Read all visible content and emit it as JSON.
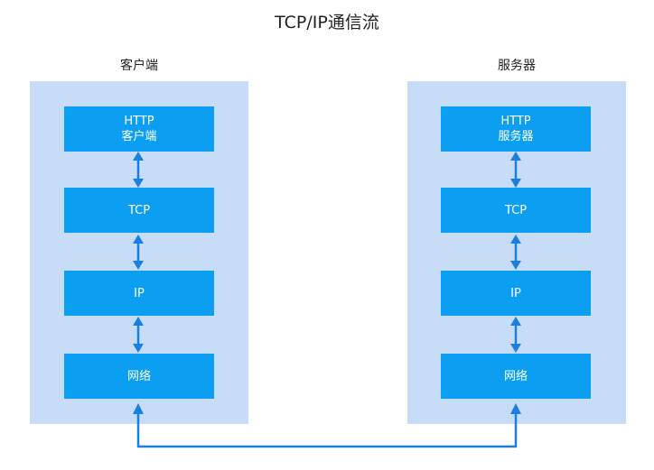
{
  "title": "TCP/IP通信流",
  "client": {
    "label": "客户端",
    "layers": [
      {
        "line1": "HTTP",
        "line2": "客户端"
      },
      {
        "line1": "TCP",
        "line2": ""
      },
      {
        "line1": "IP",
        "line2": ""
      },
      {
        "line1": "网络",
        "line2": ""
      }
    ]
  },
  "server": {
    "label": "服务器",
    "layers": [
      {
        "line1": "HTTP",
        "line2": "服务器"
      },
      {
        "line1": "TCP",
        "line2": ""
      },
      {
        "line1": "IP",
        "line2": ""
      },
      {
        "line1": "网络",
        "line2": ""
      }
    ]
  },
  "colors": {
    "panel": "#c6dcf7",
    "layer": "#0c9ef0",
    "arrow": "#1a7fde"
  }
}
